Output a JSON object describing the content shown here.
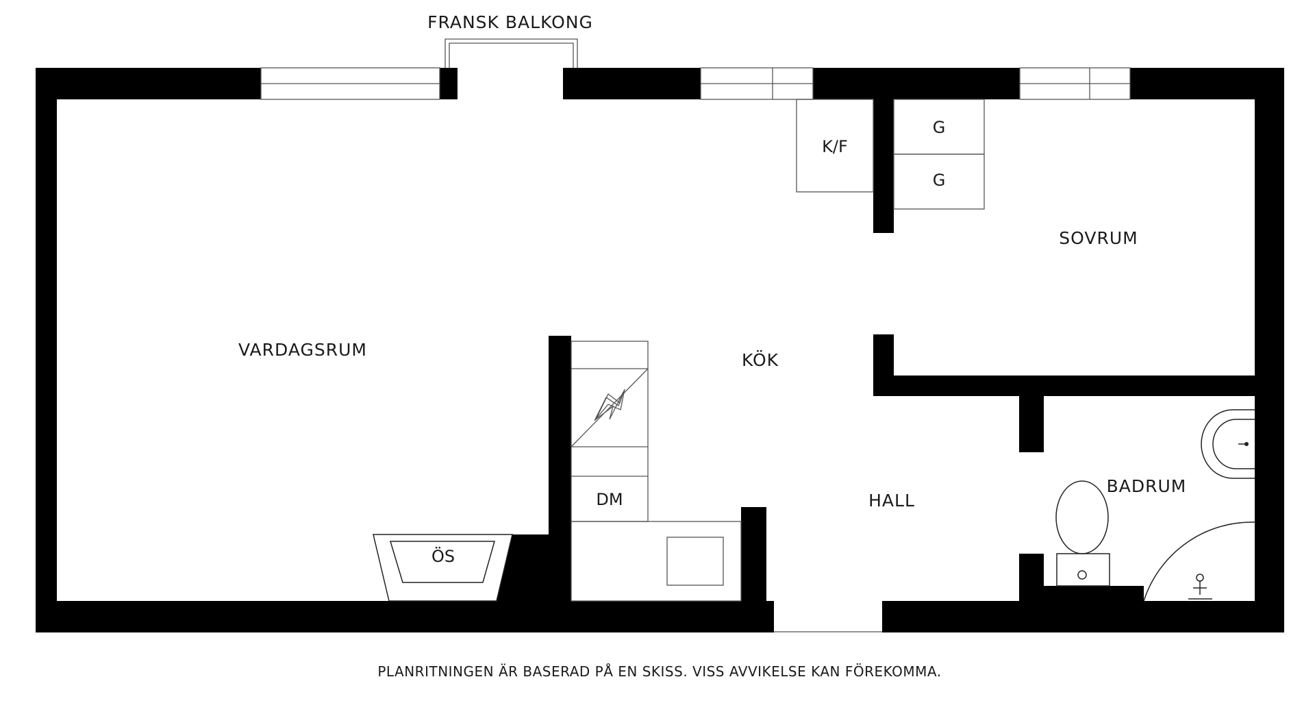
{
  "balcony": {
    "label": "FRANSK BALKONG"
  },
  "rooms": {
    "living": "VARDAGSRUM",
    "kitchen": "KÖK",
    "bedroom": "SOVRUM",
    "hall": "HALL",
    "bathroom": "BADRUM"
  },
  "fixtures": {
    "fridge_freezer": "K/F",
    "wardrobe_1": "G",
    "wardrobe_2": "G",
    "dishwasher": "DM",
    "open_fireplace": "ÖS"
  },
  "footer": {
    "note": "PLANRITNINGEN ÄR BASERAD PÅ EN SKISS. VISS AVVIKELSE KAN FÖREKOMMA."
  }
}
